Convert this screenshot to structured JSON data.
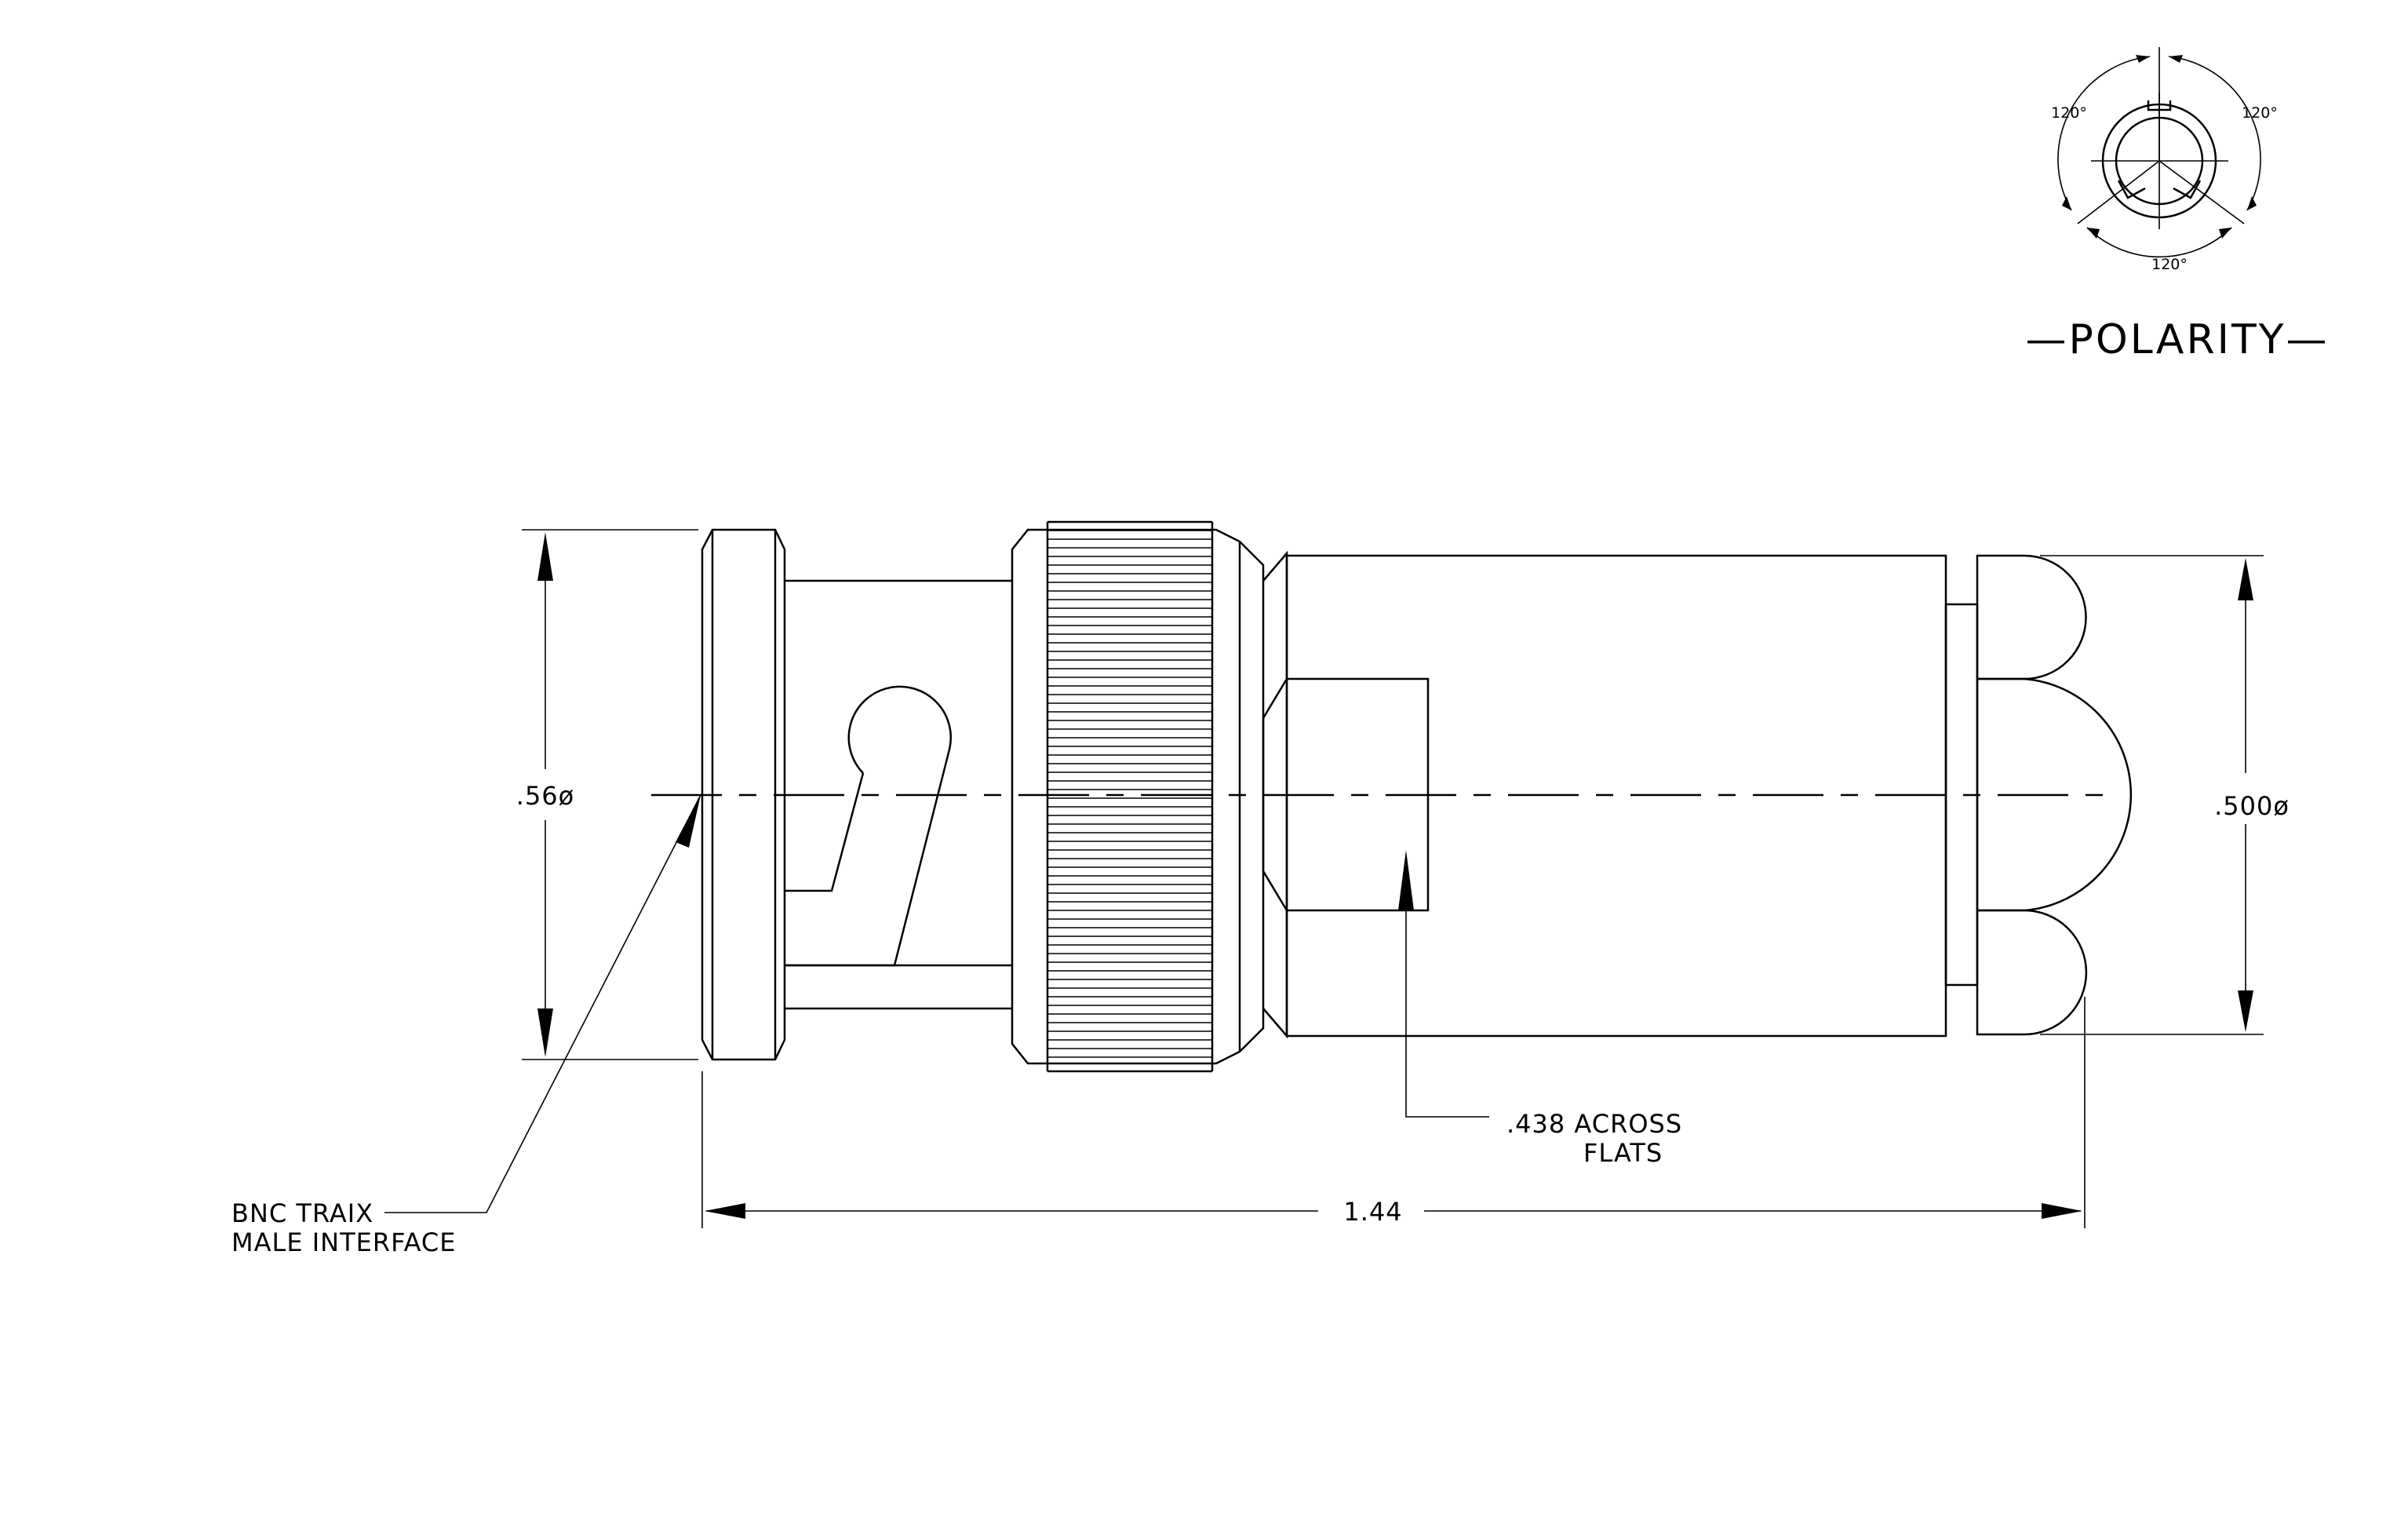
{
  "labels": {
    "polarity_title": "—POLARITY—",
    "angle_top_left": "120°",
    "angle_top_right": "120°",
    "angle_bottom": "120°",
    "diameter_left": ".56ø",
    "diameter_right": ".500ø",
    "across_flats_line1": ".438 ACROSS",
    "across_flats_line2": "FLATS",
    "length": "1.44",
    "interface_line1": "BNC TRAIX",
    "interface_line2": "MALE INTERFACE"
  }
}
